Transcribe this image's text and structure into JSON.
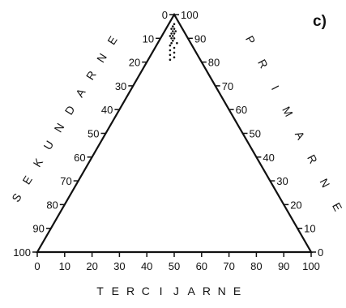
{
  "chart_data": {
    "type": "scatter",
    "subtype": "ternary",
    "panel_label": "c)",
    "axes": {
      "bottom": {
        "title": "TERCIJARNE",
        "ticks": [
          "0",
          "10",
          "20",
          "30",
          "40",
          "50",
          "60",
          "70",
          "80",
          "90",
          "100"
        ],
        "range": [
          0,
          100
        ]
      },
      "left": {
        "title": "SEKUNDARNE",
        "ticks": [
          "0",
          "10",
          "20",
          "30",
          "40",
          "50",
          "60",
          "70",
          "80",
          "90",
          "100"
        ],
        "range": [
          0,
          100
        ]
      },
      "right": {
        "title": "PRIMARNE",
        "ticks": [
          "0",
          "10",
          "20",
          "30",
          "40",
          "50",
          "60",
          "70",
          "80",
          "90",
          "100"
        ],
        "range": [
          0,
          100
        ]
      }
    },
    "points": [
      {
        "primarne": 96,
        "sekundarne": 2,
        "tercijarne": 2
      },
      {
        "primarne": 95,
        "sekundarne": 3,
        "tercijarne": 2
      },
      {
        "primarne": 94,
        "sekundarne": 3,
        "tercijarne": 3
      },
      {
        "primarne": 94,
        "sekundarne": 4,
        "tercijarne": 2
      },
      {
        "primarne": 93,
        "sekundarne": 4,
        "tercijarne": 3
      },
      {
        "primarne": 93,
        "sekundarne": 3,
        "tercijarne": 4
      },
      {
        "primarne": 92,
        "sekundarne": 5,
        "tercijarne": 3
      },
      {
        "primarne": 92,
        "sekundarne": 4,
        "tercijarne": 4
      },
      {
        "primarne": 91,
        "sekundarne": 5,
        "tercijarne": 4
      },
      {
        "primarne": 91,
        "sekundarne": 6,
        "tercijarne": 3
      },
      {
        "primarne": 90,
        "sekundarne": 5,
        "tercijarne": 5
      },
      {
        "primarne": 90,
        "sekundarne": 6,
        "tercijarne": 4
      },
      {
        "primarne": 89,
        "sekundarne": 6,
        "tercijarne": 5
      },
      {
        "primarne": 88,
        "sekundarne": 7,
        "tercijarne": 5
      },
      {
        "primarne": 88,
        "sekundarne": 5,
        "tercijarne": 7
      },
      {
        "primarne": 87,
        "sekundarne": 8,
        "tercijarne": 5
      },
      {
        "primarne": 86,
        "sekundarne": 7,
        "tercijarne": 7
      },
      {
        "primarne": 85,
        "sekundarne": 9,
        "tercijarne": 6
      },
      {
        "primarne": 84,
        "sekundarne": 8,
        "tercijarne": 8
      },
      {
        "primarne": 83,
        "sekundarne": 10,
        "tercijarne": 7
      },
      {
        "primarne": 82,
        "sekundarne": 9,
        "tercijarne": 9
      },
      {
        "primarne": 81,
        "sekundarne": 11,
        "tercijarne": 8
      }
    ],
    "colors": {
      "ink": "#111111"
    }
  }
}
